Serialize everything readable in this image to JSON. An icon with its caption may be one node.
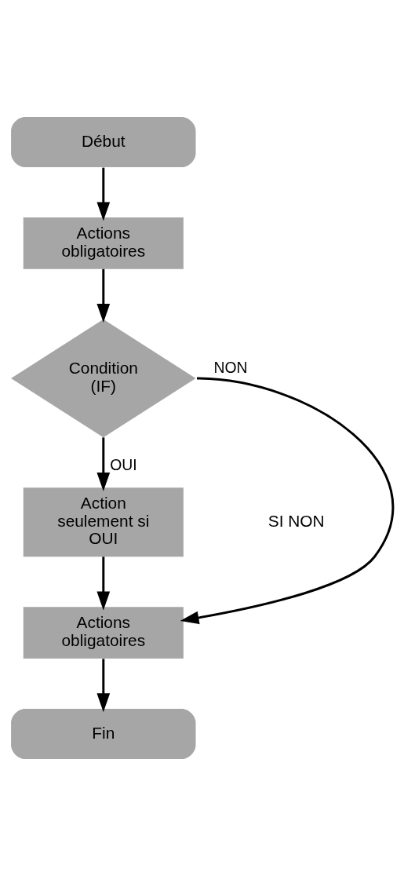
{
  "diagram": {
    "nodes": [
      {
        "text": [
          "Début"
        ]
      },
      {
        "text": [
          "Actions obligatoires"
        ]
      },
      {
        "text": [
          "Condition (IF)"
        ]
      },
      {
        "text": [
          "Action seulement si OUI"
        ]
      },
      {
        "text": [
          "Actions obligatoires"
        ]
      },
      {
        "text": [
          "Fin"
        ]
      }
    ],
    "edges": [
      {
        "from": 0,
        "to": 1,
        "arrow": "to"
      },
      {
        "from": 1,
        "to": 2,
        "arrow": "to"
      },
      {
        "from": 2,
        "to": 3,
        "arrow": "to",
        "label": "OUI"
      },
      {
        "from": 3,
        "to": 4,
        "arrow": "to"
      },
      {
        "from": 2,
        "to": 4,
        "arrow": "to",
        "label": "NON"
      },
      {
        "from": 4,
        "to": 5,
        "arrow": "to"
      }
    ],
    "labels": [
      "SI NON"
    ]
  }
}
